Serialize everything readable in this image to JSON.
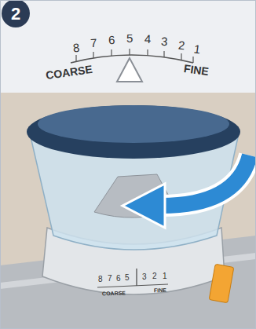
{
  "diagram": {
    "labels": [
      "2",
      "8",
      "7",
      "6",
      "5",
      "4",
      "3",
      "2",
      "1",
      "COARSE",
      "FINE",
      "8",
      "7",
      "6",
      "5",
      "3",
      "2",
      "1",
      "COARSE",
      "FINE"
    ]
  }
}
